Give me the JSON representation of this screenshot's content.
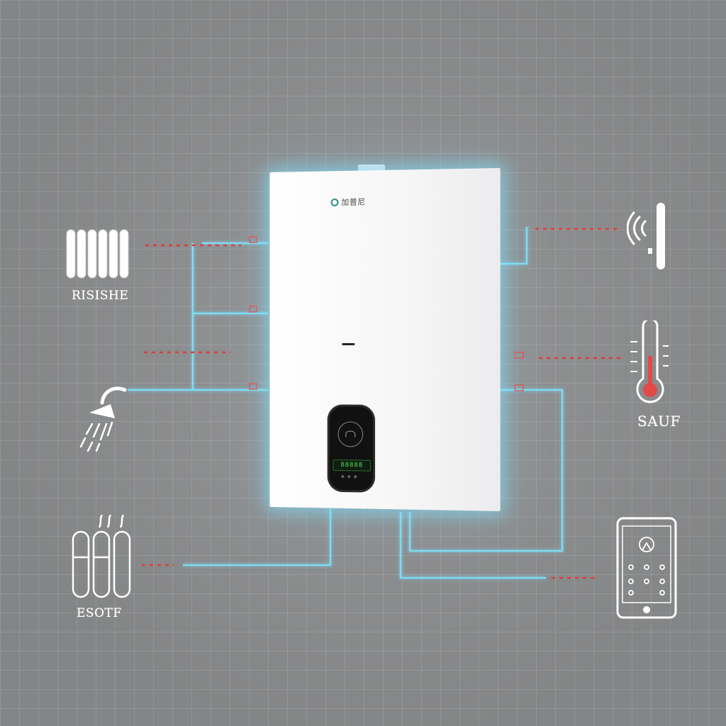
{
  "boiler": {
    "brand_text": "加普尼",
    "display_text": "88888"
  },
  "labels": {
    "radiator": "RISISHE",
    "thermostat": "SAUF",
    "water_heater": "ESOTF"
  },
  "icons": [
    "radiator-icon",
    "shower-icon",
    "water-heater-icon",
    "wifi-sensor-icon",
    "thermometer-icon",
    "tablet-icon"
  ],
  "colors": {
    "background": "#8f9091",
    "pipe": "#7fdcf2",
    "signal": "#e23a3a",
    "boiler": "#ffffff"
  }
}
